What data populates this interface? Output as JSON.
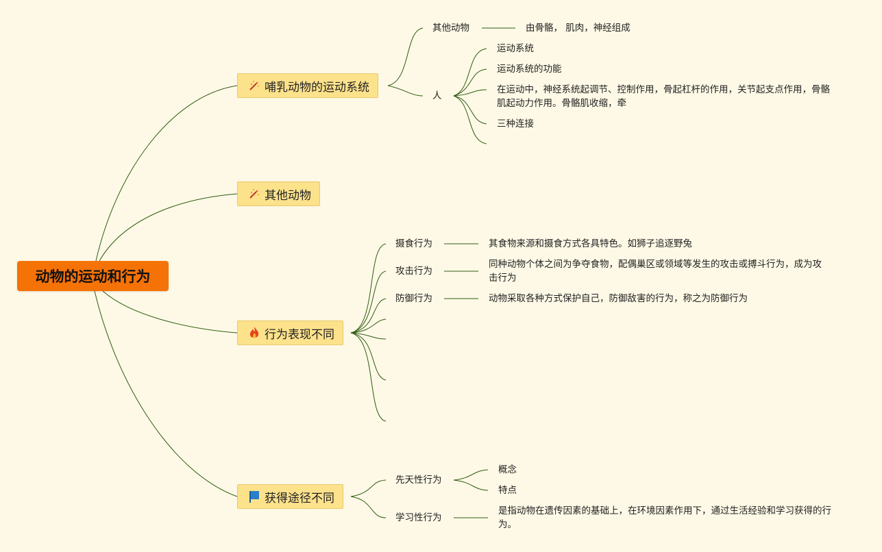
{
  "root": {
    "label": "动物的运动和行为"
  },
  "branches": [
    {
      "label": "哺乳动物的运动系统",
      "icon": "magic-wand-icon",
      "children": [
        {
          "label": "其他动物",
          "leaves": [
            "由骨骼， 肌肉，神经组成"
          ]
        },
        {
          "label": "人",
          "leaves": [
            "运动系统",
            "运动系统的功能",
            "在运动中，神经系统起调节、控制作用，骨起杠杆的作用，关节起支点作用，骨骼肌起动力作用。骨骼肌收缩，牵",
            "三种连接",
            ""
          ]
        }
      ]
    },
    {
      "label": "其他动物",
      "icon": "magic-wand-icon",
      "children": []
    },
    {
      "label": "行为表现不同",
      "icon": "fire-icon",
      "children": [
        {
          "label": "摄食行为",
          "leaves": [
            "其食物来源和摄食方式各具特色。如狮子追逐野兔"
          ]
        },
        {
          "label": "攻击行为",
          "leaves": [
            "同种动物个体之间为争夺食物，配偶巢区或领域等发生的攻击或搏斗行为，成为攻击行为"
          ]
        },
        {
          "label": "防御行为",
          "leaves": [
            "动物采取各种方式保护自己，防御敌害的行为，称之为防御行为"
          ]
        },
        {
          "label": "",
          "leaves": []
        },
        {
          "label": "",
          "leaves": []
        },
        {
          "label": "",
          "leaves": []
        },
        {
          "label": "",
          "leaves": []
        }
      ]
    },
    {
      "label": "获得途径不同",
      "icon": "flag-icon",
      "children": [
        {
          "label": "先天性行为",
          "leaves": [
            "概念",
            "特点"
          ]
        },
        {
          "label": "学习性行为",
          "leaves": [
            "是指动物在遗传因素的基础上，在环境因素作用下，通过生活经验和学习获得的行为。"
          ]
        }
      ]
    }
  ],
  "colors": {
    "background": "#fef9e6",
    "root": "#f57206",
    "branch": "#fde28c",
    "line": "#2f5a12"
  }
}
